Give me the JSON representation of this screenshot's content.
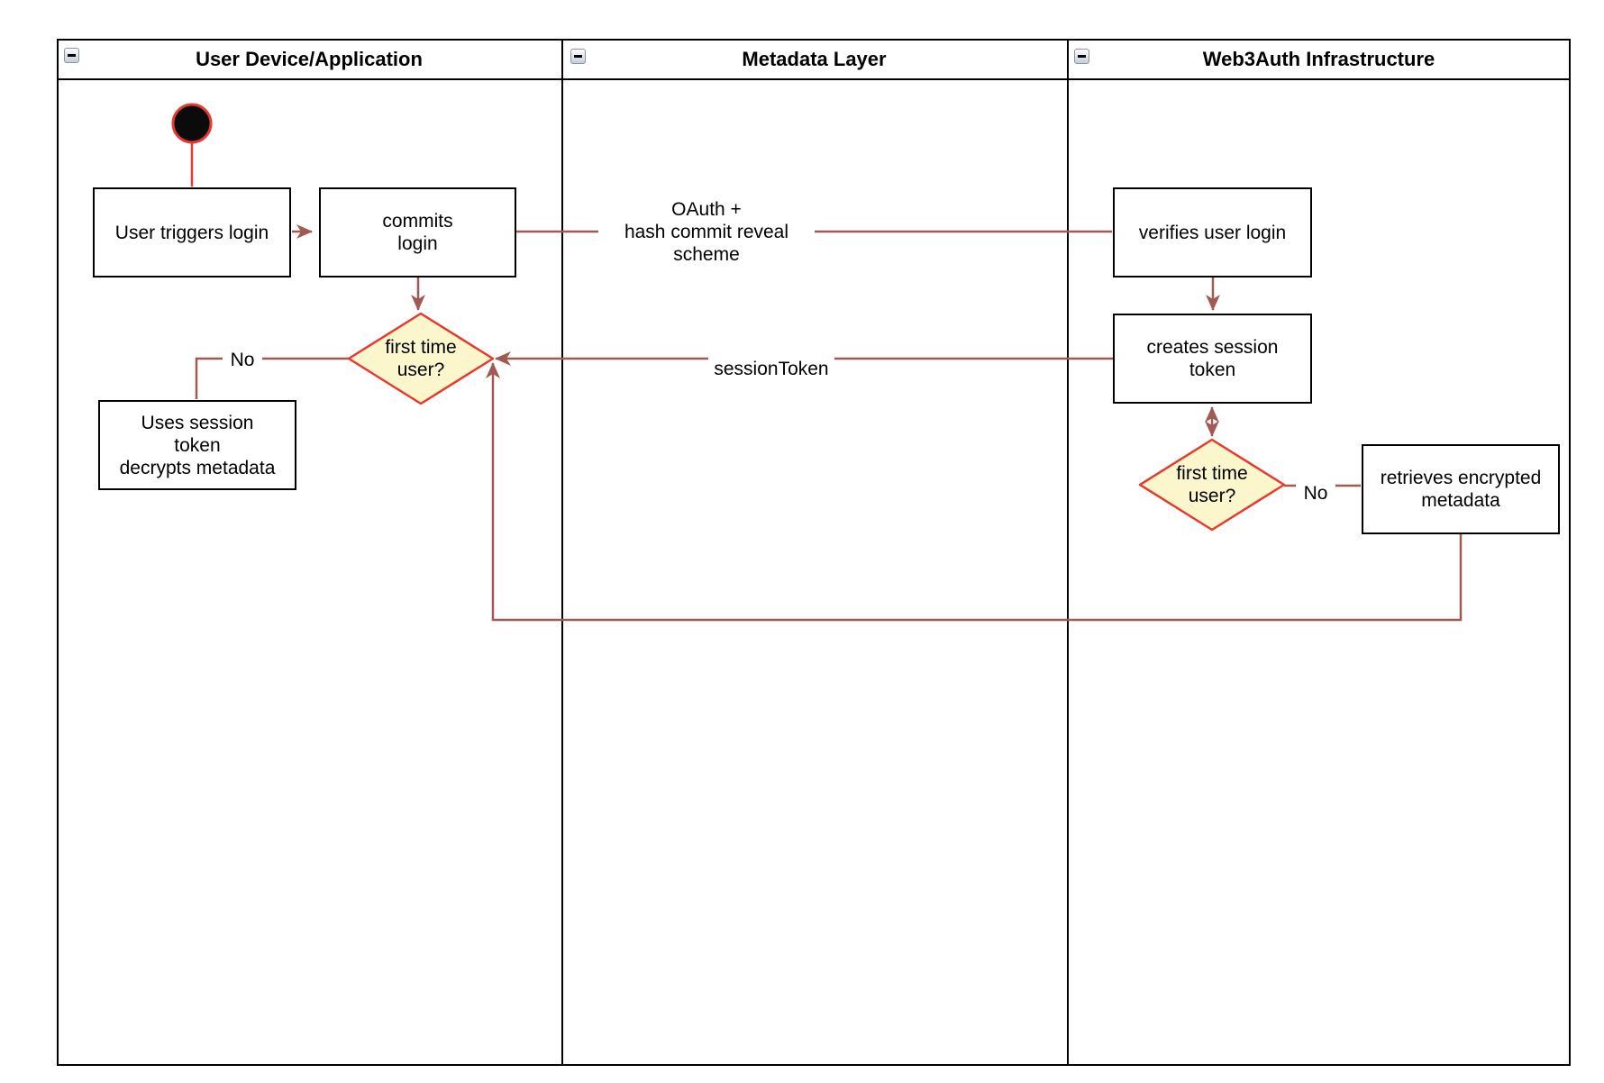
{
  "lanes": [
    {
      "title": "User Device/Application"
    },
    {
      "title": "Metadata Layer"
    },
    {
      "title": "Web3Auth Infrastructure"
    }
  ],
  "icons": {
    "collapse": "minus-icon"
  },
  "nodes": {
    "user_triggers_login": "User triggers login",
    "commits_login": "commits\nlogin",
    "first_time_user_device": "first time\nuser?",
    "uses_session_token": "Uses session\ntoken\ndecrypts metadata",
    "verifies_user_login": "verifies user login",
    "creates_session_token": "creates session\ntoken",
    "first_time_user_infra": "first time\nuser?",
    "retrieves_encrypted_metadata": "retrieves encrypted\nmetadata"
  },
  "edge_labels": {
    "oauth": "OAuth +\nhash commit reveal scheme",
    "session_token": "sessionToken",
    "no_device": "No",
    "no_infra": "No"
  },
  "colors": {
    "connector": "#a05a52",
    "start_connector": "#e8392e",
    "decision_fill": "#fcf6cd",
    "decision_stroke": "#e8392e",
    "node_border": "#000000",
    "lane_border": "#000000"
  }
}
